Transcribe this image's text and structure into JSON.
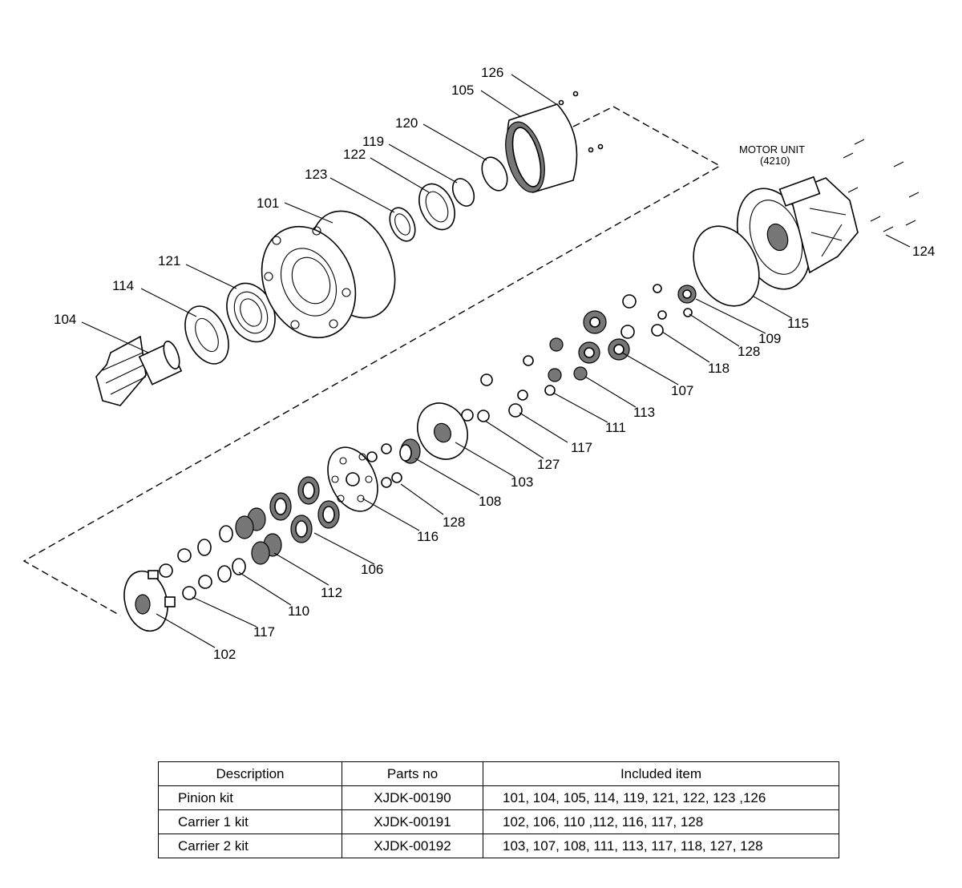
{
  "diagram": {
    "motor_unit": {
      "title": "MOTOR UNIT",
      "code": "(4210)"
    },
    "labels": [
      {
        "id": "p126",
        "text": "126"
      },
      {
        "id": "p105",
        "text": "105"
      },
      {
        "id": "p120",
        "text": "120"
      },
      {
        "id": "p119",
        "text": "119"
      },
      {
        "id": "p122",
        "text": "122"
      },
      {
        "id": "p123",
        "text": "123"
      },
      {
        "id": "p101",
        "text": "101"
      },
      {
        "id": "p121",
        "text": "121"
      },
      {
        "id": "p114",
        "text": "114"
      },
      {
        "id": "p104",
        "text": "104"
      },
      {
        "id": "p124",
        "text": "124"
      },
      {
        "id": "p115",
        "text": "115"
      },
      {
        "id": "p109",
        "text": "109"
      },
      {
        "id": "p128a",
        "text": "128"
      },
      {
        "id": "p118",
        "text": "118"
      },
      {
        "id": "p107",
        "text": "107"
      },
      {
        "id": "p113",
        "text": "113"
      },
      {
        "id": "p111",
        "text": "111"
      },
      {
        "id": "p117a",
        "text": "117"
      },
      {
        "id": "p127",
        "text": "127"
      },
      {
        "id": "p103",
        "text": "103"
      },
      {
        "id": "p108",
        "text": "108"
      },
      {
        "id": "p128b",
        "text": "128"
      },
      {
        "id": "p116",
        "text": "116"
      },
      {
        "id": "p106",
        "text": "106"
      },
      {
        "id": "p112",
        "text": "112"
      },
      {
        "id": "p110",
        "text": "110"
      },
      {
        "id": "p117b",
        "text": "117"
      },
      {
        "id": "p102",
        "text": "102"
      }
    ]
  },
  "table": {
    "headers": [
      "Description",
      "Parts no",
      "Included item"
    ],
    "rows": [
      [
        "Pinion kit",
        "XJDK-00190",
        "101, 104, 105, 114, 119, 121, 122, 123 ,126"
      ],
      [
        "Carrier 1 kit",
        "XJDK-00191",
        "102, 106, 110 ,112, 116, 117, 128"
      ],
      [
        "Carrier 2 kit",
        "XJDK-00192",
        "103, 107, 108, 111, 113, 117, 118, 127, 128"
      ]
    ]
  }
}
